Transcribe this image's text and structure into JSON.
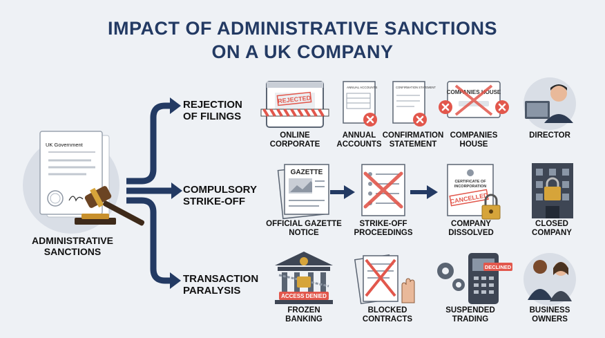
{
  "title": {
    "line1": "IMPACT OF ADMINISTRATIVE SANCTIONS",
    "line2": "ON A UK COMPANY"
  },
  "source": {
    "label_line1": "ADMINISTRATIVE",
    "label_line2": "SANCTIONS",
    "document_header": "UK Government"
  },
  "branches": [
    {
      "line1": "REJECTION",
      "line2": "OF FILINGS",
      "items": [
        {
          "line1": "ONLINE",
          "line2": "CORPORATE",
          "stamp": "REJECTED"
        },
        {
          "line1": "ANNUAL",
          "line2": "ACCOUNTS",
          "doc": "ANNUAL ACCOUNTS"
        },
        {
          "line1": "CONFIRMATION",
          "line2": "STATEMENT",
          "doc": "CONFIRMATION STATEMENT"
        },
        {
          "line1": "COMPANIES",
          "line2": "HOUSE",
          "sign": "COMPANIES HOUSE"
        },
        {
          "line1": "DIRECTOR",
          "line2": ""
        }
      ]
    },
    {
      "line1": "COMPULSORY",
      "line2": "STRIKE-OFF",
      "items": [
        {
          "line1": "OFFICIAL GAZETTE",
          "line2": "NOTICE",
          "paper": "GAZETTE"
        },
        {
          "line1": "STRIKE-OFF",
          "line2": "PROCEEDINGS"
        },
        {
          "line1": "COMPANY",
          "line2": "DISSOLVED",
          "cert1": "CERTIFICATE OF",
          "cert2": "INCORPORATION",
          "stamp": "CANCELLED"
        },
        {
          "line1": "CLOSED",
          "line2": "COMPANY"
        }
      ]
    },
    {
      "line1": "TRANSACTION",
      "line2": "PARALYSIS",
      "items": [
        {
          "line1": "FROZEN",
          "line2": "BANKING",
          "banner": "ACCESS DENIED"
        },
        {
          "line1": "BLOCKED",
          "line2": "CONTRACTS"
        },
        {
          "line1": "SUSPENDED",
          "line2": "TRADING",
          "screen": "DECLINED"
        },
        {
          "line1": "BUSINESS",
          "line2": "OWNERS"
        }
      ]
    }
  ],
  "colors": {
    "navy": "#233a63",
    "red": "#e2574c",
    "grey": "#dfe3e8",
    "gold": "#d6a43a"
  }
}
